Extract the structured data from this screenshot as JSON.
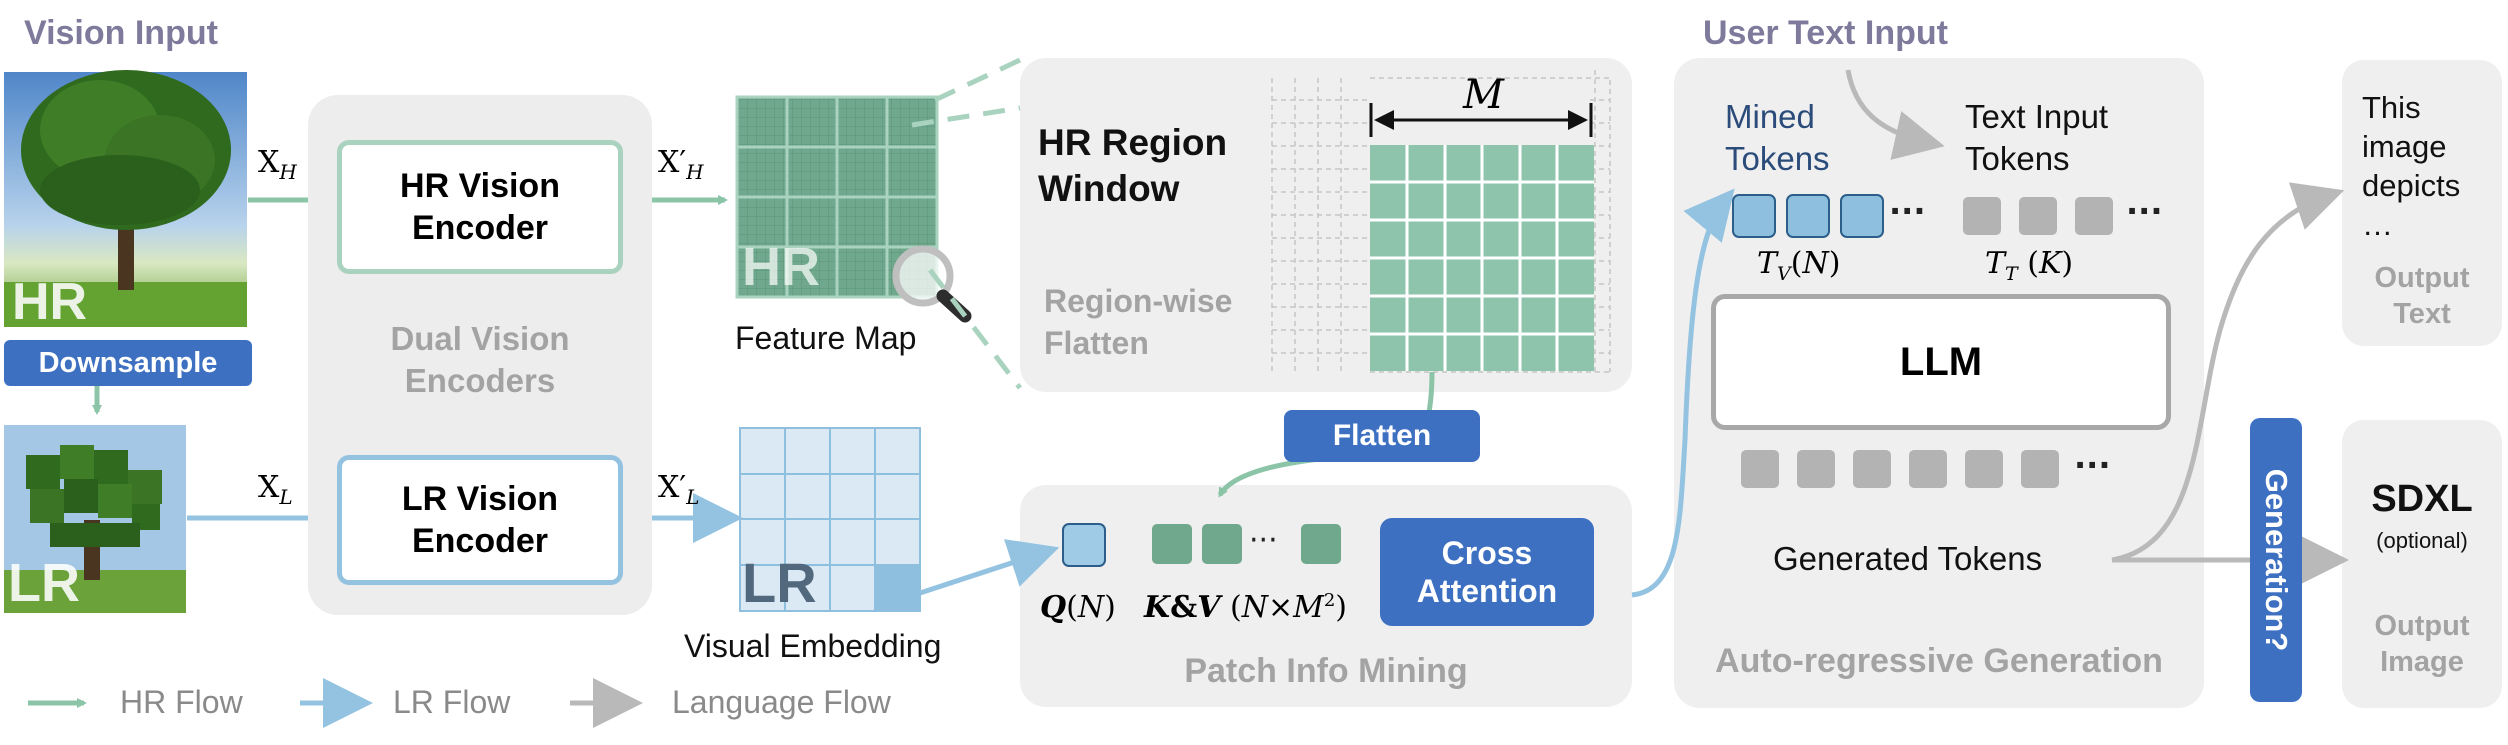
{
  "vision_input": {
    "title": "Vision Input",
    "hr_badge": "HR",
    "lr_badge": "LR",
    "downsample": "Downsample"
  },
  "encoders": {
    "hr_encoder": "HR Vision Encoder",
    "lr_encoder": "LR Vision Encoder",
    "group_label": "Dual Vision Encoders",
    "x_h": "X_H",
    "x_l": "X_L",
    "x_h_prime": "X′_H",
    "x_l_prime": "X′_L"
  },
  "feature_map": {
    "label": "Feature Map",
    "badge": "HR"
  },
  "visual_embedding": {
    "label": "Visual Embedding",
    "badge": "LR"
  },
  "region_window": {
    "title": "HR Region Window",
    "subtitle": "Region-wise Flatten",
    "m_label": "M",
    "flatten": "Flatten"
  },
  "patch_mining": {
    "title": "Patch Info Mining",
    "q_label": "Q(N)",
    "kv_label": "K&V (N×M²)",
    "cross_attention": "Cross Attention"
  },
  "user_text": {
    "title": "User Text Input",
    "mined_tokens": "Mined Tokens",
    "text_tokens": "Text Input Tokens",
    "tv_label": "T_V(N)",
    "tt_label": "T_T (K)"
  },
  "llm": {
    "label": "LLM",
    "generated_tokens": "Generated Tokens",
    "group_label": "Auto-regressive Generation",
    "generation": "Generation?"
  },
  "outputs": {
    "text_content": "This image depicts …",
    "text_label": "Output Text",
    "sdxl": "SDXL",
    "optional": "(optional)",
    "image_label": "Output Image"
  },
  "legend": [
    {
      "label": "HR Flow",
      "color": "#8cc4a8"
    },
    {
      "label": "LR Flow",
      "color": "#94c3e1"
    },
    {
      "label": "Language Flow",
      "color": "#b9b9b9"
    }
  ],
  "colors": {
    "hr": "#6fa88c",
    "lr": "#8ebfde",
    "blue_button": "#3e70c2",
    "panel": "#ededed"
  }
}
